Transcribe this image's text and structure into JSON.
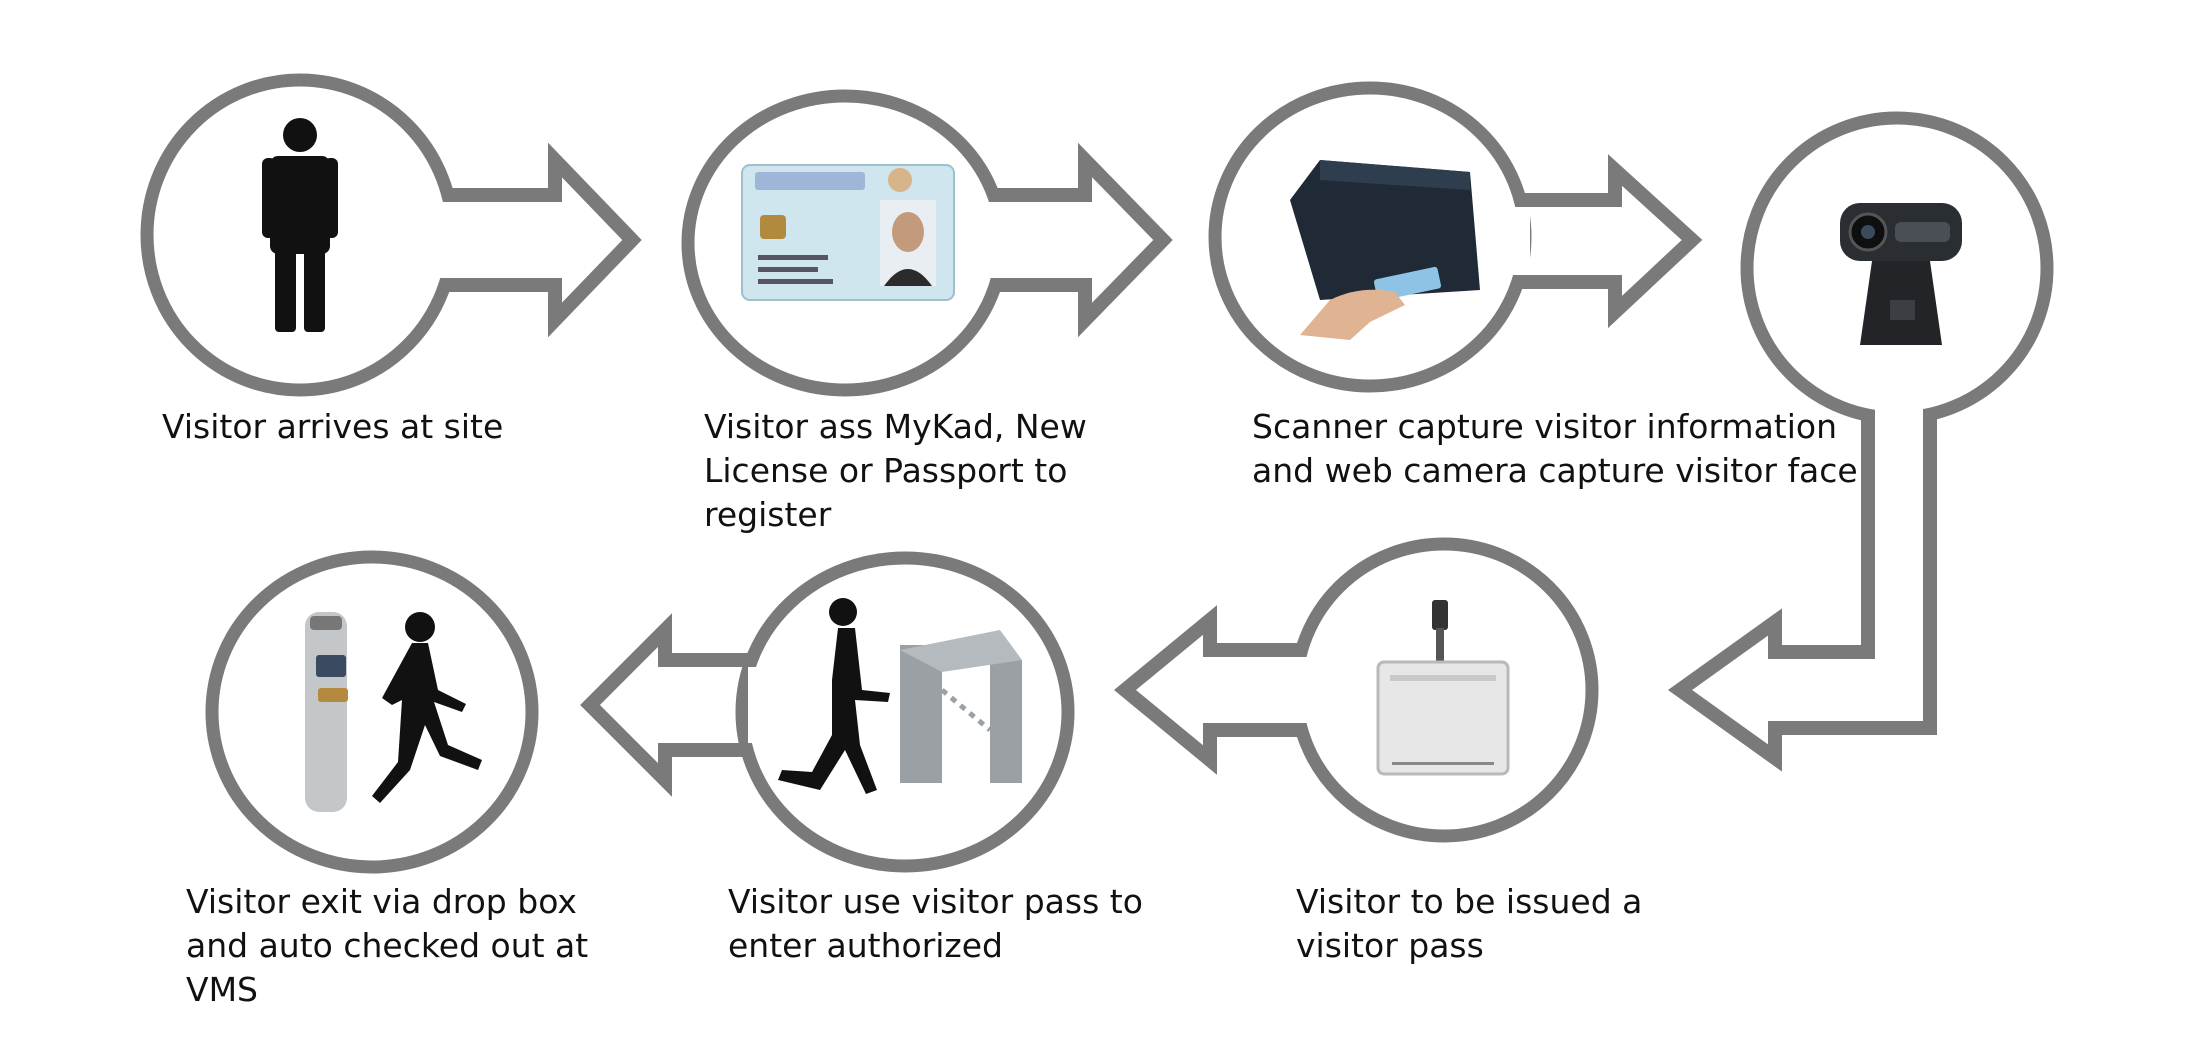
{
  "colors": {
    "ring": "#7a7a7a",
    "arrow_fill": "#ffffff",
    "text": "#111111",
    "figure": "#111111",
    "card": "#cfe6ef",
    "scanner": "#1f2a36",
    "metal": "#9aa0a4"
  },
  "steps": [
    {
      "id": "arrive",
      "icon": "standing-person-icon",
      "caption": [
        "Visitor arrives at site"
      ]
    },
    {
      "id": "register",
      "icon": "id-card-icon",
      "caption": [
        "Visitor ass MyKad, New",
        "License or Passport to",
        "register"
      ]
    },
    {
      "id": "scan",
      "icon": "card-scanner-icon",
      "caption": [
        "Scanner capture visitor information",
        "and web camera capture visitor face"
      ]
    },
    {
      "id": "camera",
      "icon": "web-camera-icon",
      "caption": []
    },
    {
      "id": "pass",
      "icon": "visitor-pass-badge-icon",
      "caption": [
        "Visitor to be issued a",
        "visitor pass"
      ]
    },
    {
      "id": "enter",
      "icon": "turnstile-gate-icon",
      "caption": [
        "Visitor use visitor pass to",
        "enter authorized"
      ]
    },
    {
      "id": "exit",
      "icon": "drop-box-exit-icon",
      "caption": [
        "Visitor exit via drop box",
        "and auto checked out at",
        "VMS"
      ]
    }
  ]
}
